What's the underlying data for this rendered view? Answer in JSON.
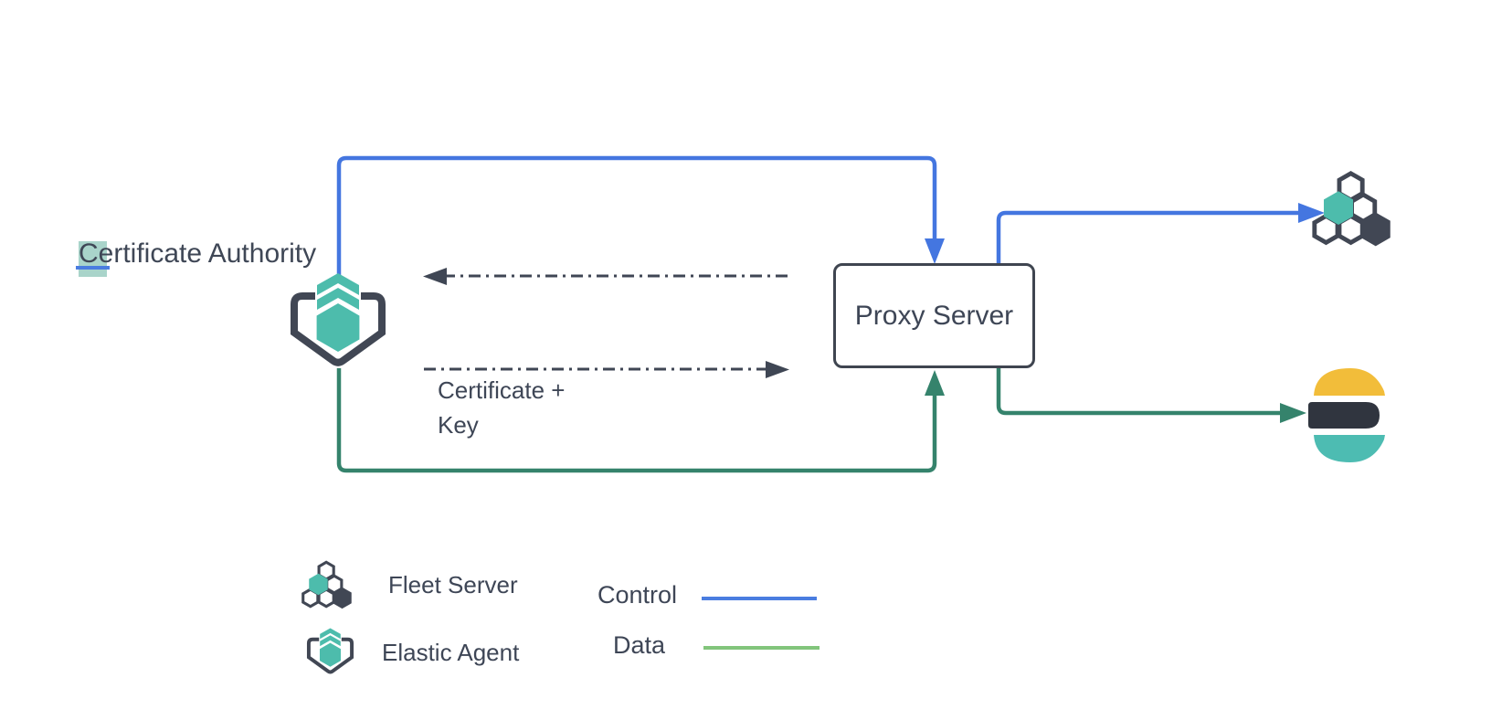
{
  "nodes": {
    "certificate_authority": {
      "label": "Certificate Authority",
      "selected_text": "C",
      "remaining_text": "ertificate Authority"
    },
    "proxy_server": {
      "label": "Proxy Server"
    },
    "elastic_agent": {
      "icon": "elastic-agent-icon"
    },
    "fleet_server": {
      "icon": "fleet-server-icon"
    },
    "elasticsearch": {
      "icon": "elasticsearch-logo"
    }
  },
  "annotations": {
    "certificate_key": {
      "line1": "Certificate +",
      "line2": "Key"
    }
  },
  "legend": {
    "items": [
      {
        "icon": "fleet-server-icon",
        "label": "Fleet Server"
      },
      {
        "icon": "elastic-agent-icon",
        "label": "Elastic Agent"
      }
    ],
    "lines": [
      {
        "label": "Control",
        "color": "#4a7de0"
      },
      {
        "label": "Data",
        "color": "#82c57c"
      }
    ]
  },
  "colors": {
    "background": "#ffffff",
    "control_blue": "#4476e0",
    "data_green": "#35836c",
    "data_legend_green": "#82c57c",
    "dashed_gray": "#3f4654",
    "dark_slate": "#414754",
    "teal": "#4dbcac",
    "es_yellow": "#f2bd3a",
    "es_dark": "#30353f",
    "es_teal": "#4dbcb2",
    "text": "#3e4656",
    "node_border": "#3f4550",
    "selection_highlight": "#a9d4ca",
    "caret_blue": "#4a7de0"
  }
}
